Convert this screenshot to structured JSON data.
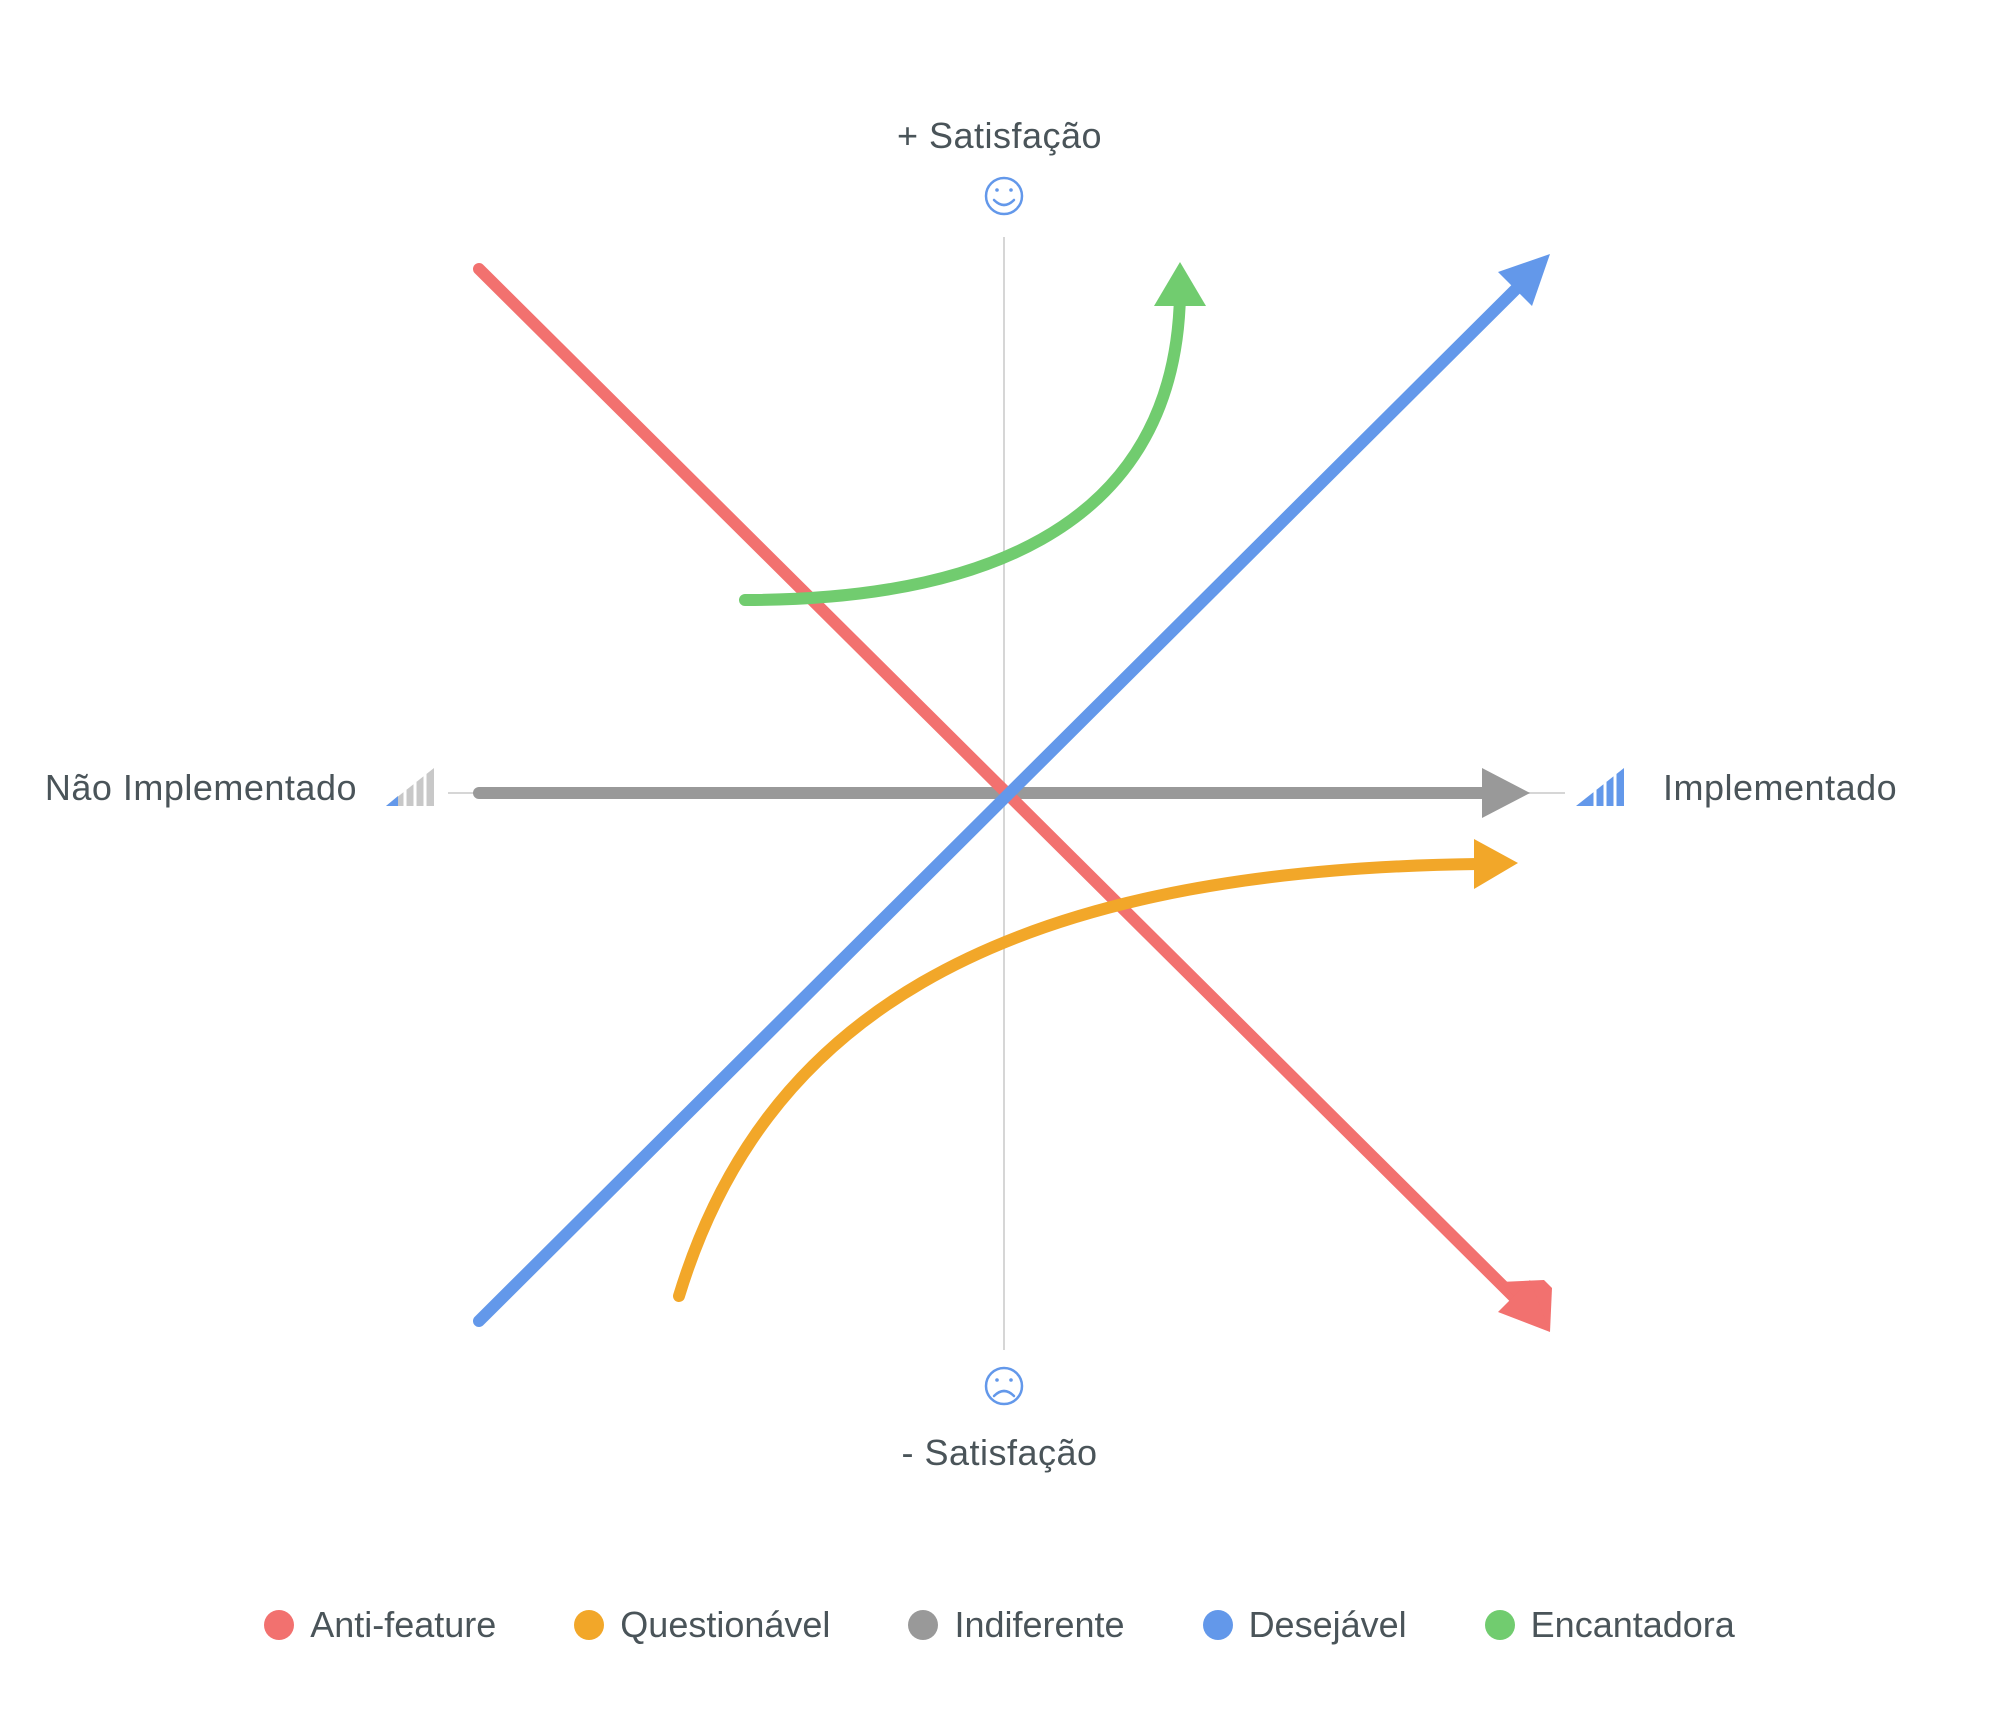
{
  "labels": {
    "top": "+ Satisfação",
    "bottom": "- Satisfação",
    "left": "Não Implementado",
    "right": "Implementado"
  },
  "icons": {
    "top": "smiley-icon",
    "bottom": "frown-icon",
    "left": "signal-low-icon",
    "right": "signal-full-icon"
  },
  "colors": {
    "anti_feature": "#f2716f",
    "questionavel": "#f2a729",
    "indiferente": "#999999",
    "desejavel": "#6398ea",
    "encantadora": "#71cc6f",
    "axis": "#d6d6d6",
    "text": "#4a5459"
  },
  "legend": [
    {
      "key": "anti_feature",
      "label": "Anti-feature"
    },
    {
      "key": "questionavel",
      "label": "Questionável"
    },
    {
      "key": "indiferente",
      "label": "Indiferente"
    },
    {
      "key": "desejavel",
      "label": "Desejável"
    },
    {
      "key": "encantadora",
      "label": "Encantadora"
    }
  ]
}
